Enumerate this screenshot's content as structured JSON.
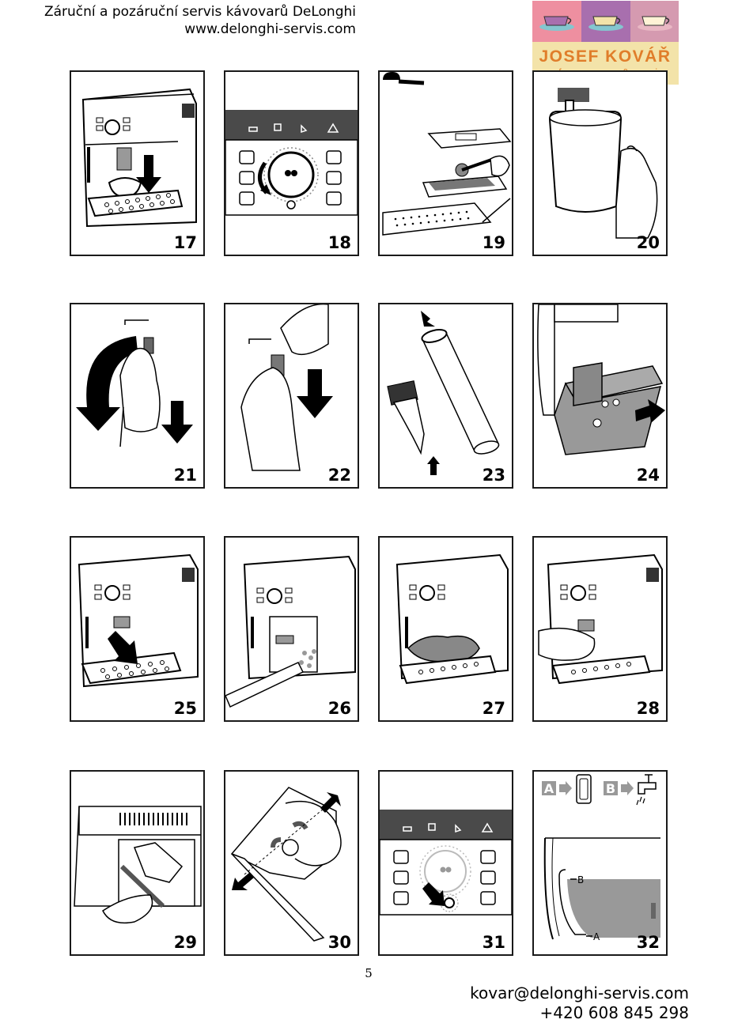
{
  "header": {
    "line1": "Záruční a pozáruční servis kávovarů DeLonghi",
    "line2": "www.delonghi-servis.com"
  },
  "logo": {
    "name": "JOSEF KOVÁŘ",
    "tagline": "cafe espresso & servis",
    "colors": [
      "#ee8fa0",
      "#a86fae",
      "#84c6cf",
      "#d59ab0",
      "#f3e3a9",
      "#e07d2a"
    ]
  },
  "figures": [
    {
      "number": "17",
      "subject": "coffee-machine-cup"
    },
    {
      "number": "18",
      "subject": "control-panel-knob"
    },
    {
      "number": "19",
      "subject": "measuring-scoop-funnel"
    },
    {
      "number": "20",
      "subject": "steam-nozzle-jug"
    },
    {
      "number": "21",
      "subject": "nozzle-remove"
    },
    {
      "number": "22",
      "subject": "nozzle-pull"
    },
    {
      "number": "23",
      "subject": "nozzle-tube-parts"
    },
    {
      "number": "24",
      "subject": "drip-tray-remove"
    },
    {
      "number": "25",
      "subject": "machine-drip-tray"
    },
    {
      "number": "26",
      "subject": "machine-brush-clean"
    },
    {
      "number": "27",
      "subject": "machine-cloth-wipe"
    },
    {
      "number": "28",
      "subject": "machine-hand-spout"
    },
    {
      "number": "29",
      "subject": "brew-unit-clean"
    },
    {
      "number": "30",
      "subject": "brew-unit-levers"
    },
    {
      "number": "31",
      "subject": "control-panel-button"
    },
    {
      "number": "32",
      "subject": "water-tank-levels"
    }
  ],
  "tank_labels": {
    "a": "A",
    "b": "B"
  },
  "page_number": "5",
  "contact": {
    "email": "kovar@delonghi-servis.com",
    "phone": "+420 608 845 298"
  }
}
